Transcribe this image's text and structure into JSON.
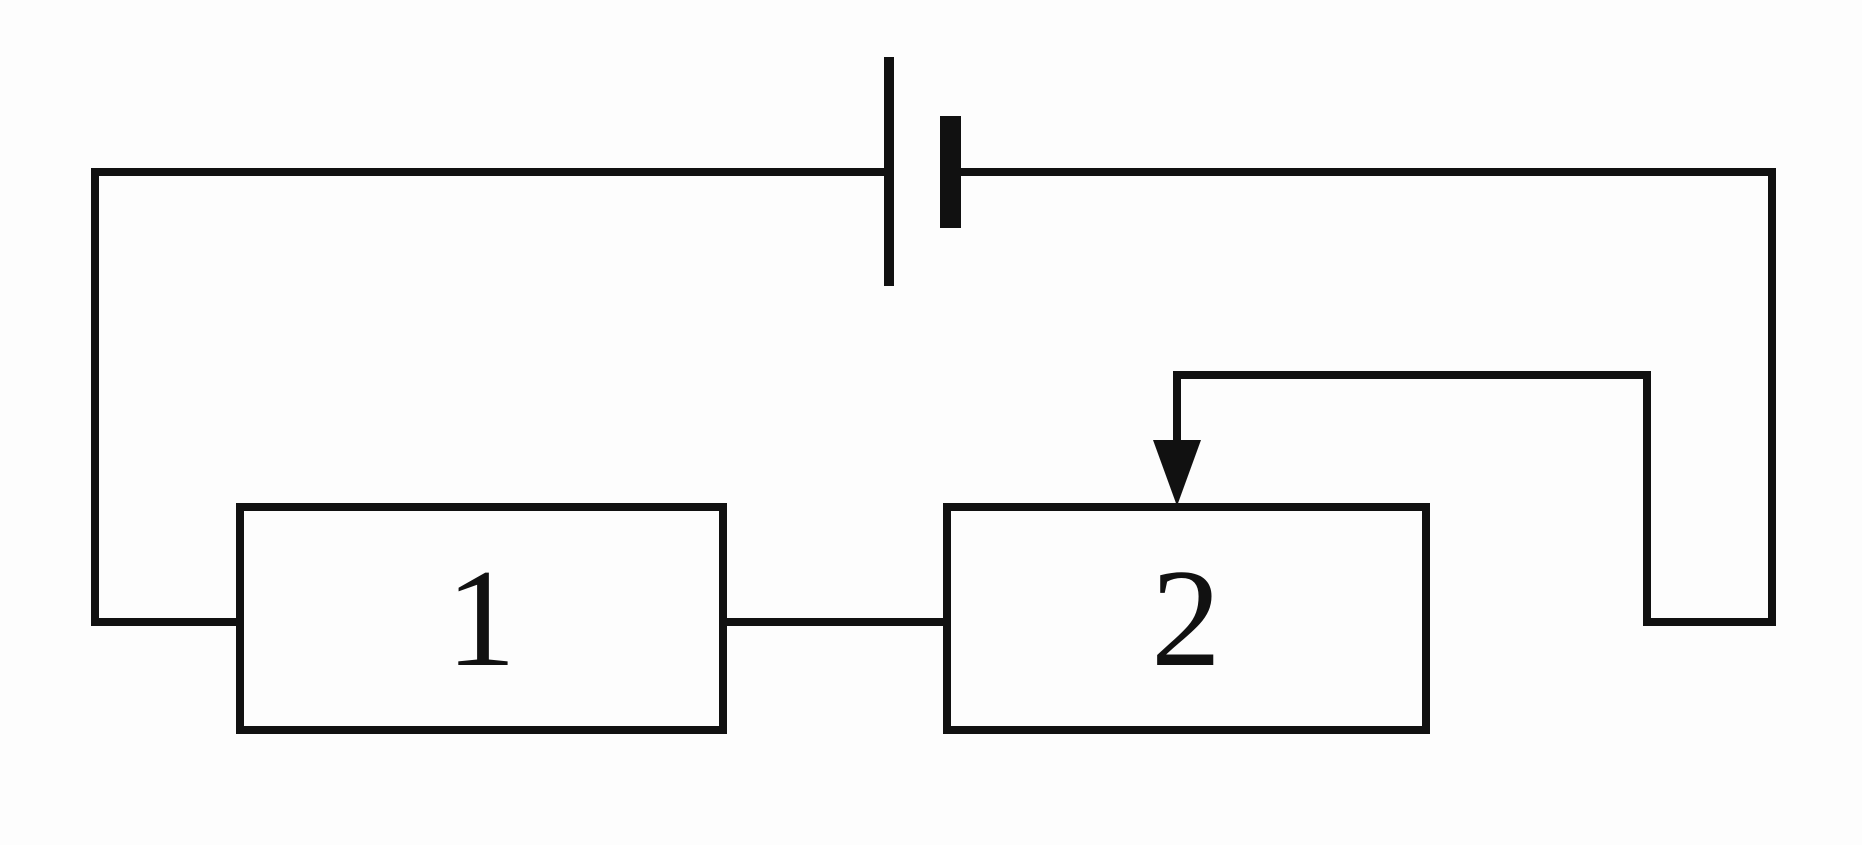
{
  "components": [
    {
      "id": "1",
      "label": "1"
    },
    {
      "id": "2",
      "label": "2"
    }
  ],
  "colors": {
    "line": "#111111",
    "background": "#fdfdfd"
  }
}
